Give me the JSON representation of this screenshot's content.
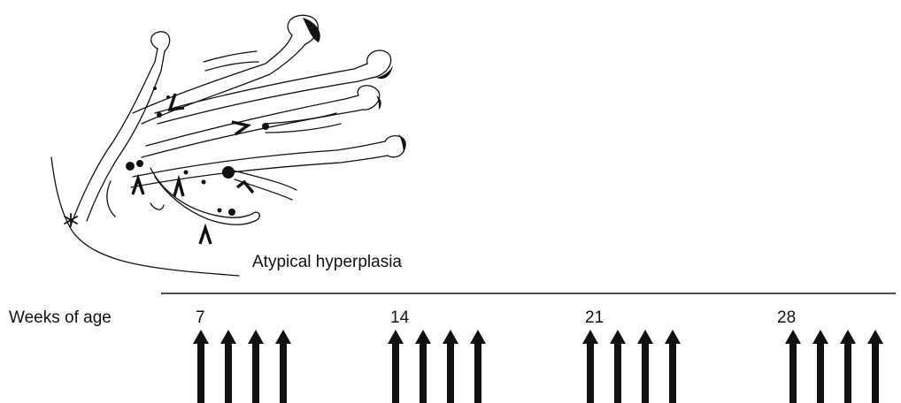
{
  "diagram": {
    "caption": "Atypical hyperplasia",
    "axis_label": "Weeks of age",
    "week_ticks": [
      "7",
      "14",
      "21",
      "28"
    ],
    "arrows_per_tick": 4,
    "colors": {
      "ink": "#111111",
      "background": "#ffffff"
    }
  }
}
